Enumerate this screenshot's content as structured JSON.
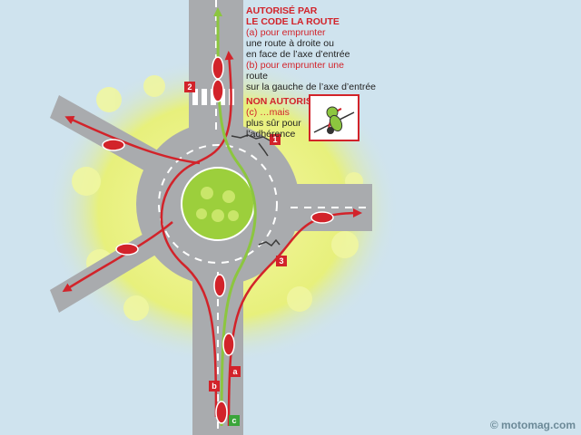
{
  "legend": {
    "allowed_title_1": "AUTORISÉ PAR",
    "allowed_title_2": "LE CODE LA ROUTE",
    "a_1": "(a) pour emprunter",
    "a_2": "une route à droite ou",
    "a_3": "en face de l’axe d’entrée",
    "b_1": "(b) pour emprunter une",
    "b_2": "route",
    "b_3": "sur la gauche de l’axe d’entrée",
    "not_allowed_title": "NON AUTORISÉ…",
    "c_1": "(c) …mais",
    "c_2": "plus sûr pour",
    "c_3": "l’adhérence"
  },
  "markers": {
    "m1": "1",
    "m2": "2",
    "m3": "3",
    "ma": "a",
    "mb": "b",
    "mc": "c"
  },
  "watermark": "© motomag.com",
  "colors": {
    "background": "#cfe3ee",
    "road": "#a9abae",
    "marking": "#ffffff",
    "island": "#9ccf3c",
    "glow": "#e6f07a",
    "red_path": "#d2232a",
    "green_path": "#8cc63f",
    "marker_red": "#d2232a",
    "marker_green": "#3aa53a"
  }
}
